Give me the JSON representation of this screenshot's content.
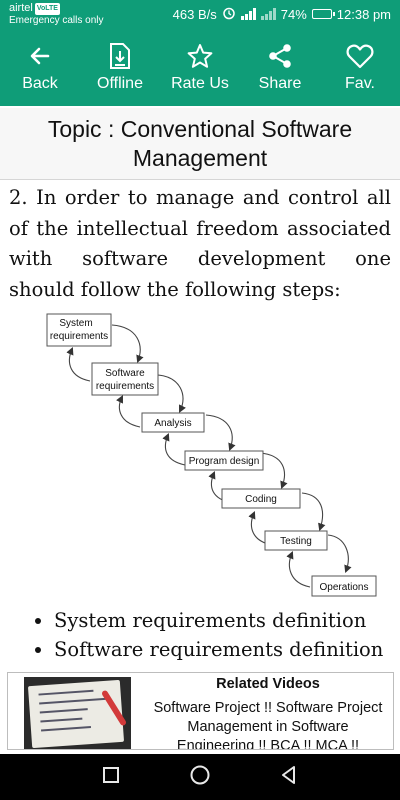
{
  "status_bar": {
    "carrier": "airtel",
    "volte": "VoLTE",
    "emergency": "Emergency calls only",
    "speed": "463 B/s",
    "battery": "74%",
    "battery_level": 0.74,
    "time": "12:38 pm"
  },
  "toolbar": {
    "back": "Back",
    "offline": "Offline",
    "rate_us": "Rate Us",
    "share": "Share",
    "fav": "Fav."
  },
  "topic": {
    "title": "Topic : Conventional Software Management"
  },
  "content": {
    "paragraph": "2. In order to manage and control all of the intellectual freedom associated with software development one should follow the following steps:",
    "diagram_steps": [
      "System requirements",
      "Software requirements",
      "Analysis",
      "Program design",
      "Coding",
      "Testing",
      "Operations"
    ],
    "bullets": [
      "System requirements definition",
      "Software requirements definition"
    ]
  },
  "related": {
    "heading": "Related Videos",
    "video_title": "Software Project !! Software Project Management in Software Engineering !! BCA !! MCA !!"
  },
  "colors": {
    "brand": "#0f9d78",
    "navbar": "#000000"
  },
  "icons": {
    "back": "arrow-left-icon",
    "offline": "download-file-icon",
    "rate_us": "star-icon",
    "share": "share-icon",
    "fav": "heart-icon",
    "nav_recent": "square-icon",
    "nav_home": "circle-icon",
    "nav_back": "triangle-back-icon"
  }
}
